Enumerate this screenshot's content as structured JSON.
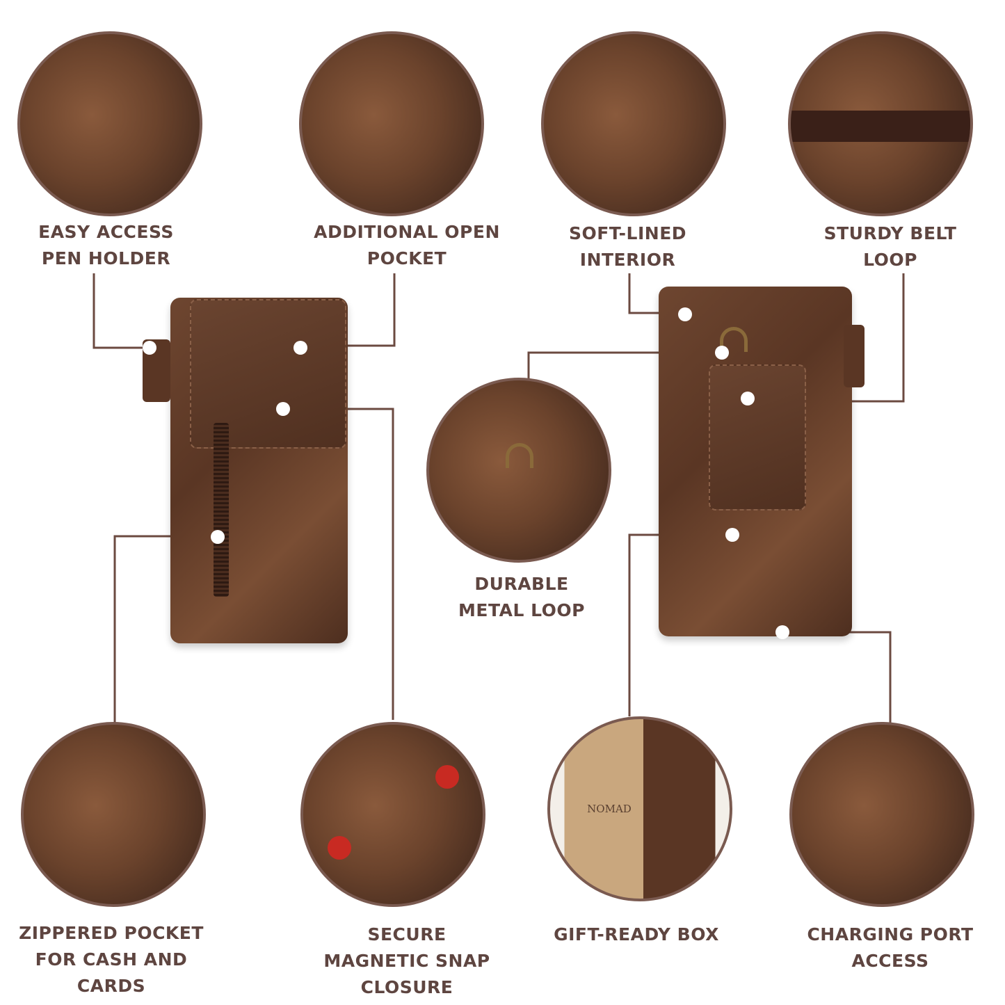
{
  "features": {
    "pen_holder": [
      "EASY ACCESS",
      "PEN HOLDER"
    ],
    "open_pocket": [
      "ADDITIONAL OPEN",
      "POCKET"
    ],
    "soft_lined": [
      "SOFT-LINED",
      "INTERIOR"
    ],
    "belt_loop": [
      "STURDY BELT",
      "LOOP"
    ],
    "metal_loop": [
      "DURABLE",
      "METAL LOOP"
    ],
    "zippered_pocket": [
      "ZIPPERED POCKET",
      "FOR CASH AND",
      "CARDS"
    ],
    "magnetic_snap": [
      "SECURE",
      "MAGNETIC SNAP",
      "CLOSURE"
    ],
    "gift_box": [
      "GIFT-READY BOX"
    ],
    "charging_port": [
      "CHARGING PORT",
      "ACCESS"
    ]
  },
  "brand": "NOMAD",
  "colors": {
    "text": "#5e4540",
    "line": "#6b4a40",
    "circle_border": "#7a5a50",
    "leather": "#6b432c"
  }
}
